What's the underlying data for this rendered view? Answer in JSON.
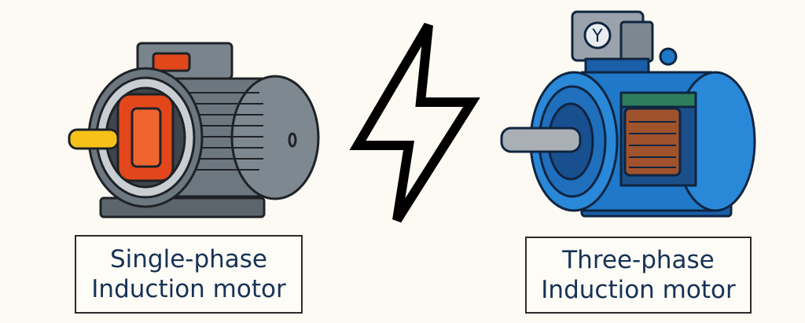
{
  "title": "Single-phase vs Three-phase Induction motor",
  "single_phase": {
    "label_line1": "Single-phase",
    "label_line2": "Induction motor",
    "body_color": "#6d7780",
    "rotor_color": "#e2471c",
    "shaft_color": "#f6c21a"
  },
  "three_phase": {
    "label_line1": "Three-phase",
    "label_line2": "Induction motor",
    "terminal_box_symbol": "Y",
    "body_color": "#1f78c8",
    "rotor_color": "#a0522d",
    "winding_color": "#2e7d5b"
  },
  "icons": {
    "center": "lightning-bolt-icon"
  }
}
